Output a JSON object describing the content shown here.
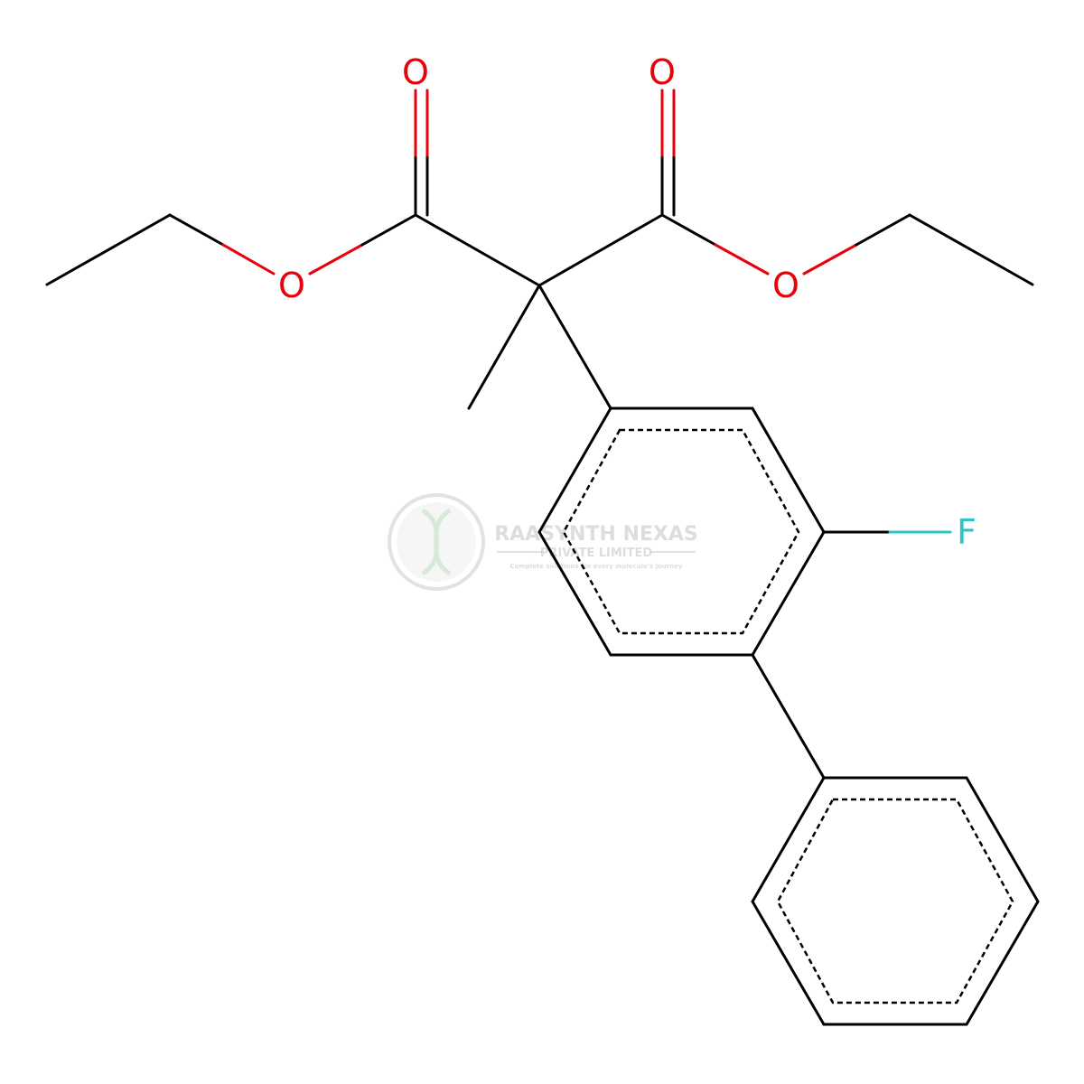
{
  "molecule": {
    "atoms": {
      "oxygen_carbonyl_left": "O",
      "oxygen_carbonyl_right": "O",
      "oxygen_ester_left": "O",
      "oxygen_ester_right": "O",
      "fluorine": "F"
    },
    "colors": {
      "oxygen": "#e8000b",
      "fluorine": "#2ec4c4",
      "bond": "#000000"
    }
  },
  "watermark": {
    "company": "RAASYNTH NEXAS",
    "subtitle": "PRIVATE LIMITED",
    "tagline": "Complete solutions for every molecule's journey"
  }
}
